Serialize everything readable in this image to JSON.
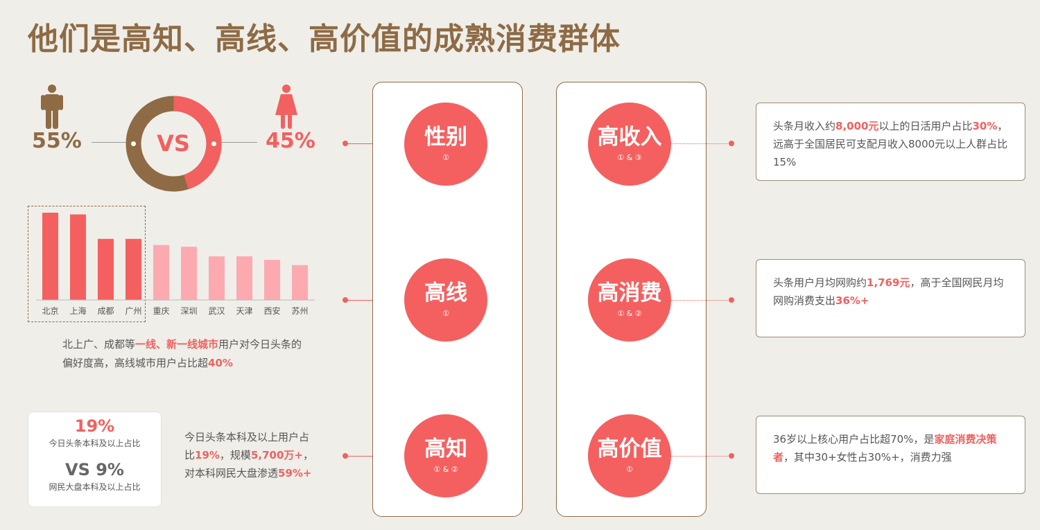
{
  "title": "他们是高知、高线、高价值的成熟消费群体",
  "gender": {
    "male_pct": "55%",
    "female_pct": "45%",
    "vs_label": "VS",
    "male_icon": "male-person-icon",
    "female_icon": "female-person-icon",
    "colors": {
      "male": "#8e6b45",
      "female": "#f2605f"
    }
  },
  "chart_data": {
    "type": "bar",
    "categories": [
      "北京",
      "上海",
      "成都",
      "广州",
      "重庆",
      "深圳",
      "武汉",
      "天津",
      "西安",
      "苏州"
    ],
    "values": [
      100,
      98,
      70,
      70,
      63,
      61,
      50,
      50,
      46,
      40
    ],
    "highlight_count": 4,
    "colors": {
      "highlight": "#f4605f",
      "normal": "#fcaab0"
    }
  },
  "city_caption": {
    "line1_prefix": "北上广、成都等",
    "line1_highlight": "一线、新一线城市",
    "line1_suffix": "用户对今日头条的",
    "line2_prefix": "偏好度高，高线城市用户占比超",
    "line2_highlight": "40%"
  },
  "education": {
    "toutiao_pct": "19%",
    "toutiao_label": "今日头条本科及以上占比",
    "netizen_pct": "VS 9%",
    "netizen_label": "网民大盘本科及以上占比",
    "desc_line1": "今日头条本科及以上用户占",
    "desc_line2_prefix": "比",
    "desc_line2_pct": "19%",
    "desc_line2_mid": "，规模",
    "desc_line2_scale": "5,700万+",
    "desc_line2_suffix": "，",
    "desc_line3_prefix": "对本科网民大盘渗透",
    "desc_line3_pct": "59%+"
  },
  "left_circles": [
    {
      "label": "性别",
      "note": "①"
    },
    {
      "label": "高线",
      "note": "①"
    },
    {
      "label": "高知",
      "note": "① & ②"
    }
  ],
  "right_circles": [
    {
      "label": "高收入",
      "note": "① & ③"
    },
    {
      "label": "高消费",
      "note": "① & ②"
    },
    {
      "label": "高价值",
      "note": "①"
    }
  ],
  "info": {
    "income": {
      "p1": "头条月收入约",
      "h1": "8,000元",
      "p2": "以上的日活用户占比",
      "h2": "30%",
      "p3": "，远高于全国居民可支配月收入8000元以上人群占比15%"
    },
    "consumption": {
      "p1": "头条用户月均网购约",
      "h1": "1,769元",
      "p2": "，高于全国网民月均网购消费支出",
      "h2": "36%+"
    },
    "value": {
      "p1": "36岁以上核心用户占比超70%，是",
      "h1": "家庭消费决策者",
      "p2": "，其中30+女性占30%+，消费力强"
    }
  }
}
